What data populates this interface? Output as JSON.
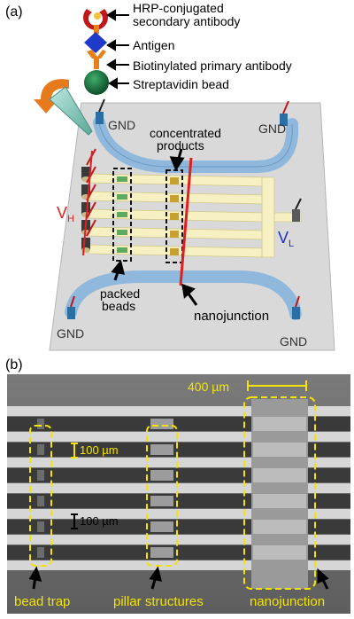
{
  "panel_a": {
    "label": "(a)",
    "legend": {
      "hrp_line1": "HRP-conjugated",
      "hrp_line2": "secondary antibody",
      "antigen": "Antigen",
      "primary": "Biotinylated primary antibody",
      "bead": "Streptavidin bead"
    },
    "gnd_top_left": "GND",
    "gnd_top_right": "GND",
    "gnd_bottom_left": "GND",
    "gnd_bottom_right": "GND",
    "concentrated_line1": "concentrated",
    "concentrated_line2": "products",
    "vh_main": "V",
    "vh_sub": "H",
    "vl_main": "V",
    "vl_sub": "L",
    "packed_line1": "packed",
    "packed_line2": "beads",
    "nanojunction": "nanojunction"
  },
  "panel_b": {
    "label": "(b)",
    "scale_400": "400 µm",
    "scale_100_top": "100 µm",
    "scale_100_mid": "100 µm",
    "bead_trap": "bead trap",
    "pillar_structures": "pillar structures",
    "nanojunction": "nanojunction"
  },
  "colors": {
    "channel_blue": "#8fb8dc",
    "channel_yellow": "#f6f0c2",
    "junction_red": "#e02020",
    "annotation_yellow": "#f4e400",
    "chip_gray": "#d9d9d9"
  }
}
